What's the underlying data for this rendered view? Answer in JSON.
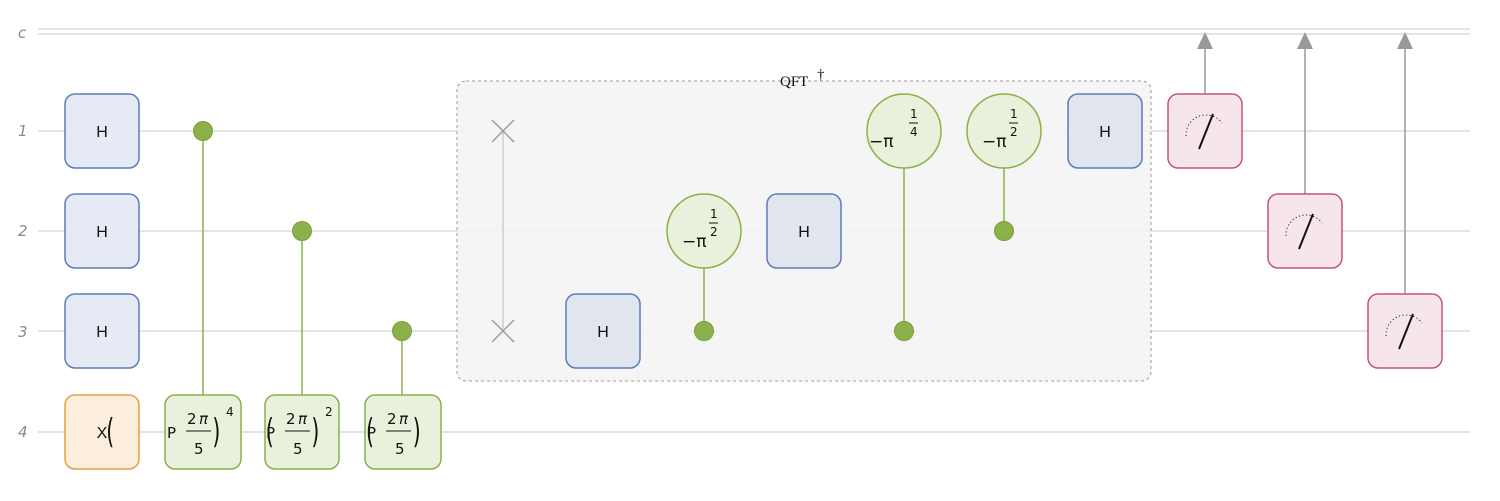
{
  "wires": {
    "classical": "c",
    "qubits": [
      "1",
      "2",
      "3",
      "4"
    ]
  },
  "box": {
    "label": "QFT",
    "superscript": "†"
  },
  "gates": {
    "h": "H",
    "x": "X",
    "p_prefix": "P",
    "two": "2",
    "pi": "π",
    "five": "5",
    "exp4": "4",
    "exp2": "2",
    "minus_pi": "−π",
    "frac_num": "1",
    "frac_den_2": "2",
    "frac_den_4": "4"
  },
  "colors": {
    "wire": "#dcdcdc",
    "h_fill": "#e6eaf4",
    "h_stroke": "#5b7db8",
    "x_fill": "#fbeedc",
    "x_stroke": "#e2a240",
    "phase_fill": "#e9f1dc",
    "phase_stroke": "#8cb04a",
    "control": "#8cb04a",
    "measure_fill": "#f6e6ec",
    "measure_stroke": "#c2557a",
    "swap": "#a0a0a0",
    "arrow": "#999999"
  }
}
